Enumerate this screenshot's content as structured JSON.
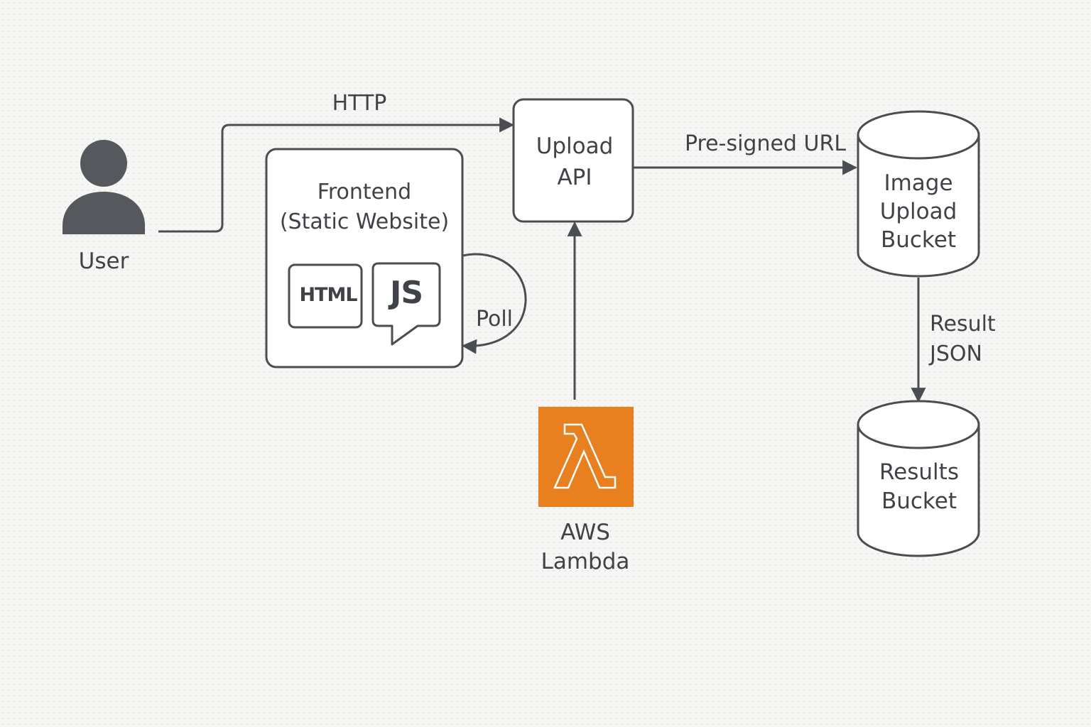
{
  "nodes": {
    "user": {
      "label": "User"
    },
    "frontend": {
      "line1": "Frontend",
      "line2": "(Static Website)",
      "html_badge": "HTML",
      "js_badge": "JS"
    },
    "upload_api": {
      "line1": "Upload",
      "line2": "API"
    },
    "image_upload_bucket": {
      "line1": "Image",
      "line2": "Upload",
      "line3": "Bucket"
    },
    "results_bucket": {
      "line1": "Results",
      "line2": "Bucket"
    },
    "lambda": {
      "line1": "AWS",
      "line2": "Lambda"
    }
  },
  "edges": {
    "http": "HTTP",
    "presigned": "Pre-signed URL",
    "poll": "Poll",
    "result_line1": "Result",
    "result_line2": "JSON"
  },
  "colors": {
    "stroke": "#4a4e52",
    "node_fill": "#ffffff",
    "person_fill": "#55595d",
    "lambda_orange": "#e8801f",
    "background": "#f6f6f4"
  },
  "icons": [
    "person-icon",
    "html-icon",
    "js-icon",
    "lambda-icon",
    "database-icon"
  ]
}
